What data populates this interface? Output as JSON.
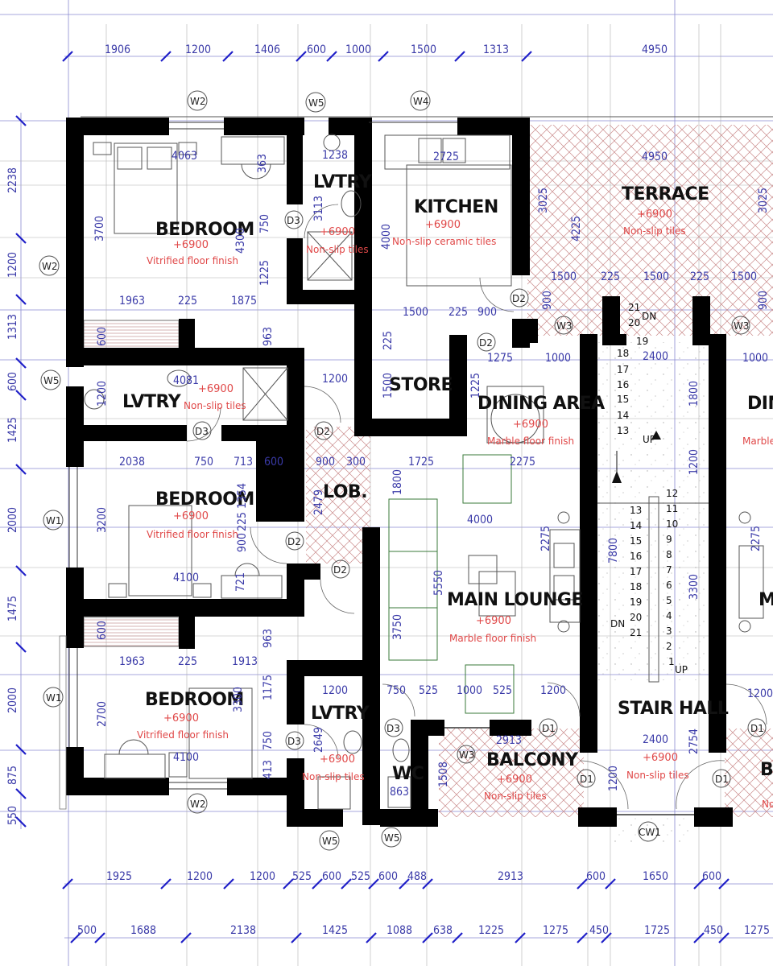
{
  "drawing": {
    "type": "architectural-floor-plan",
    "level": "+6900",
    "colors": {
      "dimension": "#3a3aa8",
      "tick": "#1f1fc8",
      "annotation": "#e04848",
      "wall": "#000000",
      "grid": "#8a8ad0"
    }
  },
  "dimensions": {
    "top_row_1": [
      "1906",
      "1200",
      "1406",
      "600",
      "1000",
      "1500",
      "1313",
      "4950"
    ],
    "bottom_row_1": [
      "1925",
      "1200",
      "1200",
      "525",
      "600",
      "525",
      "600",
      "488",
      "2913",
      "600",
      "1650",
      "600"
    ],
    "bottom_row_2": [
      "500",
      "1688",
      "2138",
      "1425",
      "1088",
      "638",
      "1225",
      "1275",
      "450",
      "1725",
      "450",
      "1275"
    ],
    "left_column": [
      "2238",
      "1200",
      "1313",
      "600",
      "1425",
      "2000",
      "1475",
      "2000",
      "875",
      "550"
    ]
  },
  "window_tags": {
    "top": [
      "W2",
      "W5",
      "W4"
    ],
    "left": [
      "W2",
      "W5",
      "W1",
      "W1"
    ],
    "bottom": [
      "W2",
      "W5",
      "W5",
      "CW1"
    ],
    "terrace": [
      "W3",
      "W3"
    ],
    "balcony": "W3"
  },
  "door_tags": {
    "d3": "D3",
    "d2": "D2",
    "d1": "D1"
  },
  "rooms": {
    "bedroom1": {
      "name": "BEDROOM",
      "level": "+6900",
      "finish": "Vitrified floor finish",
      "dims": [
        "4063",
        "3700",
        "4300",
        "1963",
        "225",
        "1875",
        "363"
      ]
    },
    "lvtry1": {
      "name": "LVTRY",
      "level": "+6900",
      "finish": "Non-slip tiles",
      "dims": [
        "1238",
        "3113",
        "750",
        "1225"
      ]
    },
    "kitchen": {
      "name": "KITCHEN",
      "level": "+6900",
      "finish": "Non-slip ceramic tiles",
      "dims": [
        "2725",
        "4000",
        "3025",
        "4225"
      ]
    },
    "terrace": {
      "name": "TERRACE",
      "level": "+6900",
      "finish": "Non-slip tiles",
      "dims": [
        "4950",
        "3025",
        "1500",
        "225",
        "1500",
        "225",
        "1500",
        "900",
        "900"
      ]
    },
    "lvtry2": {
      "name": "LVTRY",
      "level": "+6900",
      "finish": "Non-slip tiles",
      "dims": [
        "4081",
        "1200",
        "600"
      ]
    },
    "store": {
      "name": "STORE",
      "dims": [
        "1500",
        "225",
        "900",
        "1200",
        "225",
        "1500",
        "1725"
      ]
    },
    "dining": {
      "name": "DINING AREA",
      "level": "+6900",
      "finish": "Marble floor finish",
      "dims": [
        "1275",
        "1000",
        "1225",
        "2275",
        "1000"
      ]
    },
    "bedroom2": {
      "name": "BEDROOM",
      "level": "+6900",
      "finish": "Vitrified floor finish",
      "dims": [
        "2038",
        "750",
        "713",
        "600",
        "1354",
        "225",
        "900",
        "3200",
        "4100",
        "721"
      ]
    },
    "lobby": {
      "name": "LOB.",
      "dims": [
        "900",
        "300",
        "2479"
      ]
    },
    "main_lounge": {
      "name": "MAIN LOUNGE",
      "level": "+6900",
      "finish": "Marble floor finish",
      "dims": [
        "1800",
        "4000",
        "5550",
        "3750",
        "2275"
      ]
    },
    "bedroom3": {
      "name": "BEDROOM",
      "level": "+6900",
      "finish": "Vitrified floor finish",
      "dims": [
        "1963",
        "225",
        "1913",
        "963",
        "2700",
        "3300",
        "1175",
        "750",
        "4100",
        "413",
        "600",
        "963"
      ]
    },
    "lvtry3": {
      "name": "LVTRY",
      "level": "+6900",
      "finish": "Non-slip tiles",
      "dims": [
        "1200",
        "2649"
      ]
    },
    "wc": {
      "name": "WC",
      "dims": [
        "863",
        "750",
        "525"
      ]
    },
    "balcony": {
      "name": "BALCONY",
      "level": "+6900",
      "finish": "Non-slip tiles",
      "dims": [
        "1000",
        "525",
        "1200",
        "2913",
        "1508"
      ]
    },
    "stair_hall": {
      "name": "STAIR HALL",
      "level": "+6900",
      "finish": "Non-slip tiles",
      "dims": [
        "2400",
        "2754",
        "1200",
        "2400",
        "1800",
        "1200",
        "7800",
        "3300"
      ]
    },
    "cut_right": {
      "dining": "DIN",
      "dining_finish": "Marble",
      "lounge": "M",
      "balcony": "B",
      "balcony_finish": "No",
      "dims": [
        "1500",
        "900",
        "1000",
        "1200"
      ]
    }
  },
  "stairs": {
    "upper_flight": [
      "21",
      "20",
      "19",
      "18",
      "17",
      "16",
      "15",
      "14",
      "13"
    ],
    "left_flight": [
      "13",
      "14",
      "15",
      "16",
      "17",
      "18",
      "19",
      "20",
      "21"
    ],
    "right_flight": [
      "12",
      "11",
      "10",
      "9",
      "8",
      "7",
      "6",
      "5",
      "4",
      "3",
      "2",
      "1"
    ],
    "up_label": "UP",
    "down_label": "DN"
  }
}
